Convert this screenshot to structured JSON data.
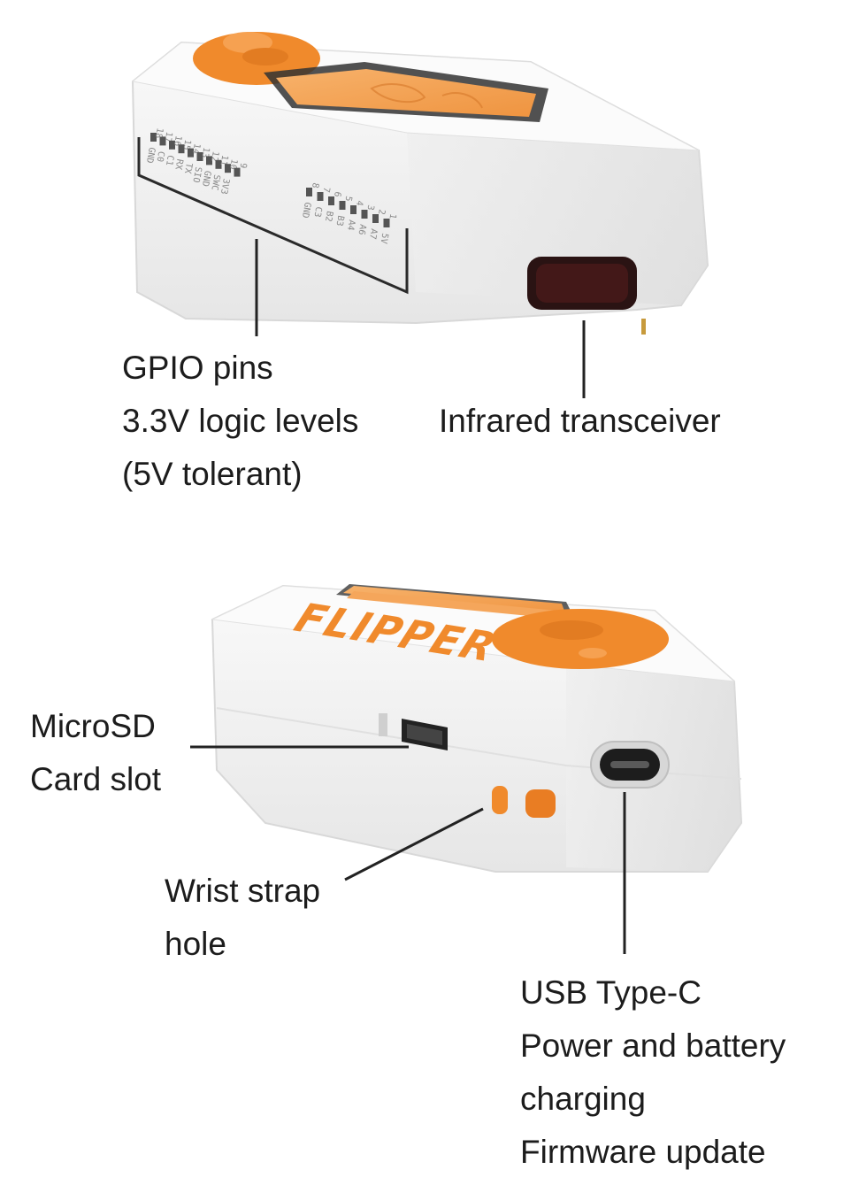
{
  "labels": {
    "gpio": [
      "GPIO pins",
      "3.3V logic levels",
      "(5V tolerant)"
    ],
    "infrared": [
      "Infrared transceiver"
    ],
    "microsd": [
      "MicroSD",
      "Card slot"
    ],
    "wrist_strap": [
      "Wrist strap",
      "hole"
    ],
    "usb": [
      "USB Type-C",
      "Power and battery",
      "charging",
      "Firmware update"
    ]
  },
  "device": {
    "brand": "FLIPPER",
    "pins_left_numbers": [
      "18",
      "17",
      "16",
      "15",
      "14",
      "13",
      "12",
      "11",
      "10",
      "9"
    ],
    "pins_left_names": [
      "GND",
      "C0",
      "C1",
      "RX",
      "TX",
      "SIO",
      "GND",
      "SWC",
      "3V3"
    ],
    "pins_right_numbers": [
      "1",
      "2",
      "3",
      "4",
      "5",
      "6",
      "7",
      "8"
    ],
    "pins_right_names": [
      "5V",
      "A7",
      "A6",
      "A4",
      "B3",
      "B2",
      "C3",
      "GND"
    ]
  },
  "colors": {
    "accent_orange": "#f08a2c",
    "screen_orange": "#f5a65b",
    "body_white": "#f4f4f4",
    "leader_line": "#222222"
  }
}
